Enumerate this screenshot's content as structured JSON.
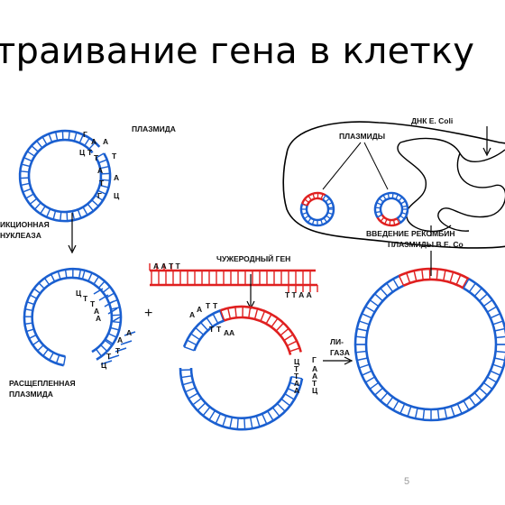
{
  "slide": {
    "title": "траивание гена в клетку",
    "page_number": "5"
  },
  "labels": {
    "plasmid": "ПЛАЗМИДА",
    "restriction_line1": "ИКЦИОННАЯ",
    "restriction_line2": "НУКЛЕАЗА",
    "split_plasmid_line1": "РАСЩЕПЛЕННАЯ",
    "split_plasmid_line2": "ПЛАЗМИДА",
    "foreign_gene": "ЧУЖЕРОДНЫЙ ГЕН",
    "ligase_line1": "ЛИ-",
    "ligase_line2": "ГАЗА",
    "ecoli_dna": "ДНК E. Coli",
    "plasmids": "ПЛАЗМИДЫ",
    "introduction_line1": "ВВЕДЕНИЕ РЕКОМБИН",
    "introduction_line2": "ПЛАЗМИДЫ В E. Co",
    "plus": "+"
  },
  "sequences": {
    "plasmid_bases": [
      "Г",
      "А",
      "А",
      "Ц",
      "Т",
      "Т",
      "Т",
      "А",
      "А",
      "Т",
      "Г",
      "Ц"
    ],
    "cut_top_bases": [
      "Ц",
      "Т",
      "Т",
      "А",
      "А"
    ],
    "cut_bottom_bases": [
      "А",
      "А",
      "Т",
      "Т",
      "Ц"
    ],
    "gene_left_overhang": "А А Т Т",
    "gene_right_overhang": "Т Т А А",
    "recomb_top_bases": [
      "А",
      "А",
      "Т",
      "Т",
      "Т",
      "Т",
      "А",
      "А"
    ],
    "recomb_right_bases": [
      "Ц",
      "Т",
      "Т",
      "А",
      "А",
      "Г",
      "А",
      "А",
      "Т",
      "Ц"
    ]
  },
  "colors": {
    "plasmid_dna": "#1a5fd0",
    "foreign_dna": "#e02020",
    "outline": "#000000",
    "slide_number": "#9a9a9a"
  }
}
